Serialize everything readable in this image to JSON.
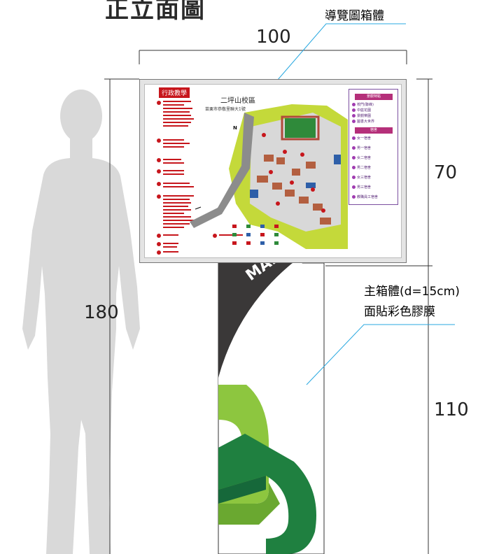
{
  "title": "正立面圖",
  "dimensions": {
    "width": "100",
    "total_height": "180",
    "box_height": "70",
    "post_height": "110"
  },
  "labels": {
    "box": "導覽圖箱體",
    "body_line1": "主箱體(d=15cm)",
    "body_line2": "面貼彩色膠膜"
  },
  "post_text": "MAP",
  "map": {
    "admin_header": "行政教學",
    "campus_title": "二坪山校區",
    "campus_address": "苗栗市恭敬里聯大1號",
    "north": "N",
    "legend_headers": [
      "景觀特點",
      "宿舍"
    ],
    "legend_items": [
      "校門(聯峰)",
      "中庭花園",
      "景觀樂園",
      "圖書大世界",
      "女一宿舍",
      "男一宿舍",
      "女二宿舍",
      "男二宿舍",
      "女三宿舍",
      "男三宿舍",
      "教職員工宿舍"
    ]
  },
  "colors": {
    "silhouette": "#d9d9d9",
    "dim_line": "#333333",
    "leader": "#29a8e0",
    "post_dark": "#3a3838",
    "logo_light": "#8dc63f",
    "logo_dark": "#1f8040",
    "admin_red": "#c7161c"
  }
}
